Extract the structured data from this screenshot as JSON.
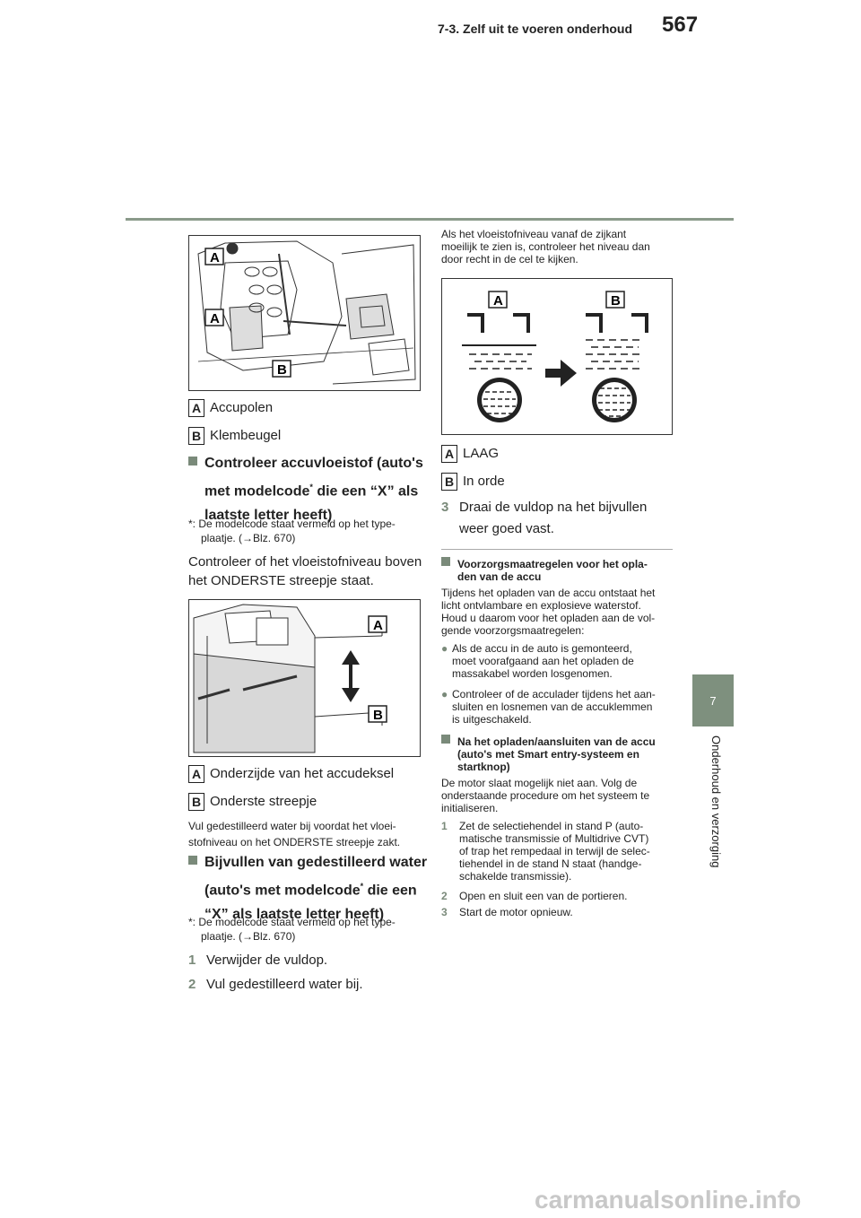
{
  "header": {
    "section": "7-3. Zelf uit te voeren onderhoud",
    "page": "567"
  },
  "side": {
    "tab": "7",
    "chapter": "Onderhoud en verzorging"
  },
  "fig1": {
    "labels": [
      "A",
      "A",
      "B"
    ]
  },
  "legend1": {
    "a": "Accupolen",
    "b": "Klembeugel"
  },
  "check": {
    "head1": "Controleer accuvloeistof (auto's",
    "head2a": "met modelcode",
    "head2b": " die een “X” als",
    "head3": "laatste letter heeft)",
    "note1": "*: De modelcode staat vermeld op het type-",
    "note2": "plaatje. (→Blz. 670)",
    "body1": "Controleer of het vloeistofniveau boven",
    "body2": "het ONDERSTE streepje staat."
  },
  "fig2": {
    "labels": [
      "A",
      "B"
    ]
  },
  "legend2": {
    "a": "Onderzijde van het accudeksel",
    "b": "Onderste streepje"
  },
  "water": {
    "text1": "Vul gedestilleerd water bij voordat het vloei-",
    "text2": "stofniveau on het ONDERSTE streepje zakt.",
    "head1": "Bijvullen van gedestilleerd water",
    "head2a": "(auto's met modelcode",
    "head2b": " die een",
    "head3": "“X” als laatste letter heeft)",
    "note1": "*: De modelcode staat vermeld op het type-",
    "note2": "plaatje. (→Blz. 670)",
    "step1": "Verwijder de vuldop.",
    "step2": "Vul gedestilleerd water bij."
  },
  "right": {
    "intro1": "Als het vloeistofniveau vanaf de zijkant",
    "intro2": "moeilijk te zien is, controleer het niveau dan",
    "intro3": "door recht in de cel te kijken.",
    "fig3": {
      "labels": [
        "A",
        "B"
      ]
    },
    "legend_a": "LAAG",
    "legend_b": "In orde",
    "step3a": "Draai de vuldop na het bijvullen",
    "step3b": "weer goed vast.",
    "prec_head1": "Voorzorgsmaatregelen voor het opla-",
    "prec_head2": "den van de accu",
    "prec_body": [
      "Tijdens het opladen van de accu ontstaat het",
      "licht ontvlambare en explosieve waterstof.",
      "Houd u daarom voor het opladen aan de vol-",
      "gende voorzorgsmaatregelen:"
    ],
    "bullet1": [
      "Als de accu in de auto is gemonteerd,",
      "moet voorafgaand aan het opladen de",
      "massakabel worden losgenomen."
    ],
    "bullet2": [
      "Controleer of de acculader tijdens het aan-",
      "sluiten en losnemen van de accuklemmen",
      "is uitgeschakeld."
    ],
    "after_head": [
      "Na het opladen/aansluiten van de accu",
      "(auto's met Smart entry-systeem en",
      "startknop)"
    ],
    "after_body": [
      "De motor slaat mogelijk niet aan. Volg de",
      "onderstaande procedure om het systeem te",
      "initialiseren."
    ],
    "s1": [
      "Zet de selectiehendel in stand P (auto-",
      "matische transmissie of Multidrive CVT)",
      "of trap het rempedaal in terwijl de selec-",
      "tiehendel in de stand N staat (handge-",
      "schakelde transmissie)."
    ],
    "s2": "Open en sluit een van de portieren.",
    "s3": "Start de motor opnieuw."
  },
  "star": "*",
  "step_nums": [
    "1",
    "2",
    "3"
  ],
  "watermark": "carmanualsonline.info"
}
